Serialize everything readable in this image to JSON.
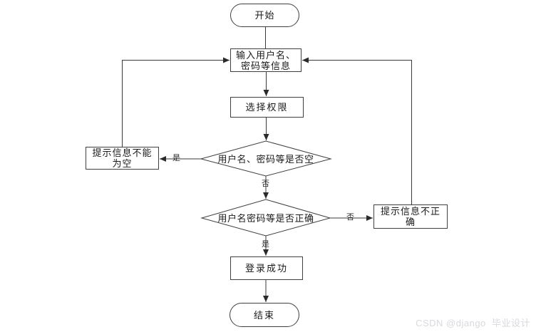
{
  "flowchart": {
    "nodes": {
      "start": "开始",
      "input_info": "输入用户名、\n密码等信息",
      "select_permission": "选择权限",
      "check_empty": "用户名、密码等是否空",
      "prompt_empty": "提示信息不能\n为空",
      "check_correct": "用户名密码等是否正确",
      "prompt_incorrect": "提示信息不正\n确",
      "login_success": "登录成功",
      "end": "结束"
    },
    "edge_labels": {
      "check_empty_yes": "是",
      "check_empty_no": "否",
      "check_correct_no": "否",
      "check_correct_yes": "是"
    }
  },
  "watermark": "CSDN @django  毕业设计",
  "colors": {
    "line": "#3a3a3a",
    "node_border": "#3f3f3f",
    "text": "#1a1a1a",
    "watermark": "#d8d8de",
    "background": "#ffffff"
  }
}
